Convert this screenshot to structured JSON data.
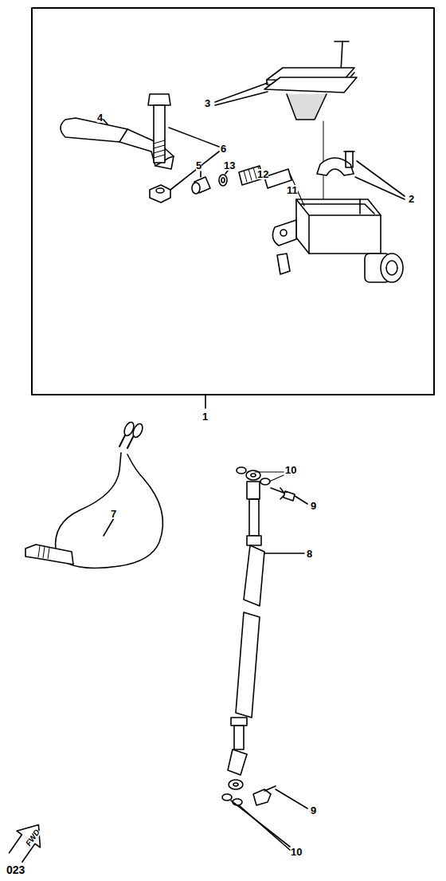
{
  "diagram": {
    "labels": [
      "3",
      "2",
      "4",
      "6",
      "5",
      "13",
      "12",
      "11",
      "1",
      "10",
      "9",
      "7",
      "8",
      "9",
      "10",
      "FWD",
      "023"
    ]
  }
}
